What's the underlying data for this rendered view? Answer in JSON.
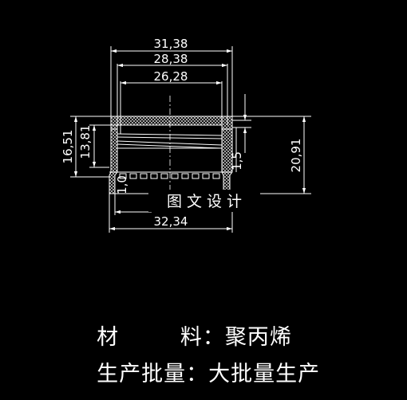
{
  "drawing": {
    "dimensions": {
      "top_outer_width": "31,38",
      "top_mid_width": "28,38",
      "top_inner_width": "26,28",
      "bottom_width": "32,34",
      "left_outer_height": "16,51",
      "left_inner_height": "13,81",
      "right_height": "20,91",
      "wall_height": "1,5",
      "bottom_small": "1,0"
    },
    "watermark": "图 文 设 计"
  },
  "specs": {
    "material_label": "材        料：",
    "material_value": "聚丙烯",
    "batch_label": "生产批量：",
    "batch_value": "大批量生产"
  }
}
